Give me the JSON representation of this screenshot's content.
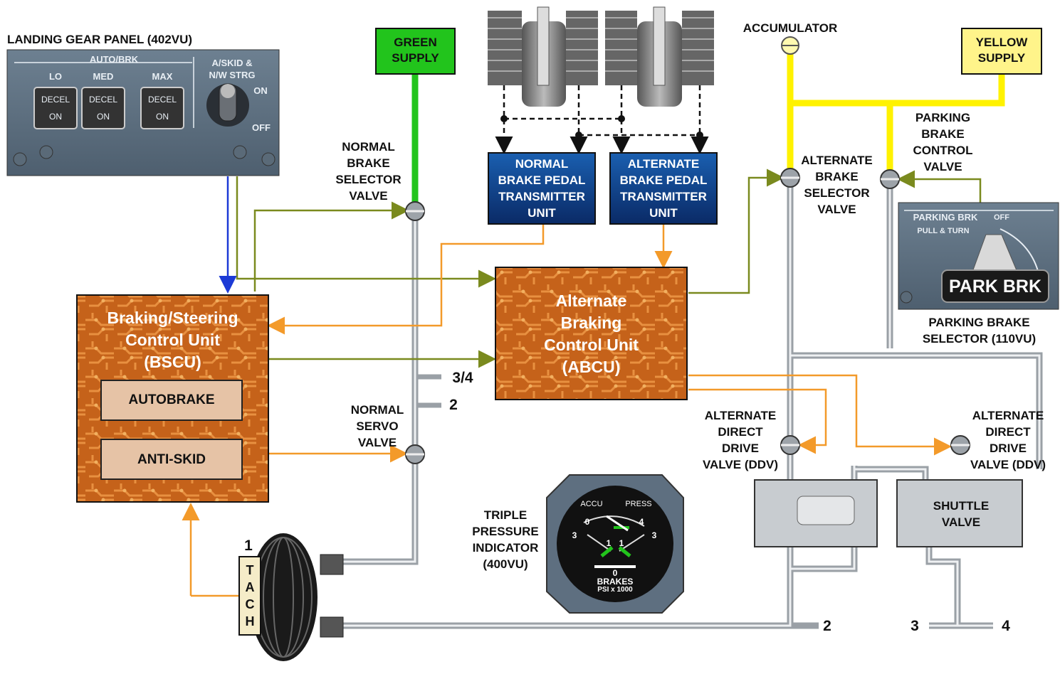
{
  "landing_gear_panel": {
    "title": "LANDING GEAR PANEL (402VU)",
    "autobrk_label": "AUTO/BRK",
    "lo": "LO",
    "med": "MED",
    "max": "MAX",
    "decel": "DECEL",
    "on": "ON",
    "askid_label": "A/SKID &\nN/W STRG",
    "switch_on": "ON",
    "switch_off": "OFF"
  },
  "supplies": {
    "green": "GREEN\nSUPPLY",
    "yellow": "YELLOW\nSUPPLY",
    "accumulator": "ACCUMULATOR"
  },
  "labels": {
    "normal_brake_selector": "NORMAL\nBRAKE\nSELECTOR\nVALVE",
    "normal_servo": "NORMAL\nSERVO\nVALVE",
    "alt_brake_selector": "ALTERNATE\nBRAKE\nSELECTOR\nVALVE",
    "parking_control": "PARKING\nBRAKE\nCONTROL\nVALVE",
    "parking_selector": "PARKING BRAKE\nSELECTOR (110VU)",
    "ddv_left": "ALTERNATE\nDIRECT\nDRIVE\nVALVE (DDV)",
    "ddv_right": "ALTERNATE\nDIRECT\nDRIVE\nVALVE (DDV)",
    "shuttle": "SHUTTLE\nVALVE",
    "triple_indicator": "TRIPLE\nPRESSURE\nINDICATOR\n(400VU)"
  },
  "units": {
    "normal_transmitter": "NORMAL\nBRAKE PEDAL\nTRANSMITTER\nUNIT",
    "alt_transmitter": "ALTERNATE\nBRAKE PEDAL\nTRANSMITTER\nUNIT",
    "abcu": "Alternate\nBraking\nControl Unit\n(ABCU)",
    "bscu": "Braking/Steering\nControl Unit\n(BSCU)",
    "autobrake": "AUTOBRAKE",
    "antiskid": "ANTI-SKID"
  },
  "park_panel": {
    "title": "PARKING BRK",
    "pull": "PULL & TURN",
    "off": "OFF",
    "park": "PARK BRK"
  },
  "gauge": {
    "accu": "ACCU",
    "press": "PRESS",
    "brakes": "BRAKES",
    "unit": "PSI x 1000",
    "t0": "0",
    "t4": "4",
    "t3l": "3",
    "t1l": "1",
    "t1r": "1",
    "t3r": "3",
    "tb0": "0"
  },
  "wheel": {
    "tach": "T\nA\nC\nH",
    "num1": "1"
  },
  "numbers": {
    "n34": "3/4",
    "n2a": "2",
    "n2b": "2",
    "n3": "3",
    "n4": "4"
  },
  "colors": {
    "green": "#22c41c",
    "yellow": "#fff200",
    "orange": "#f39a2a",
    "olive": "#7a8a1e",
    "blue": "#1c3ad6",
    "pipe": "#c8cdd2"
  }
}
